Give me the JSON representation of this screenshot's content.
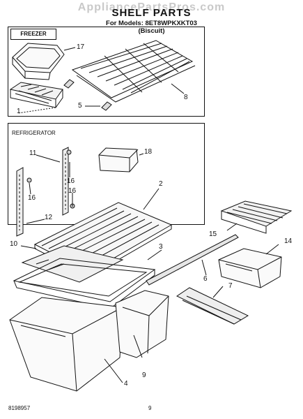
{
  "header": {
    "watermark": "AppliancePartsPros.com",
    "title": "SHELF PARTS",
    "models_line": "For Models: 8ET8WPKXKT03",
    "color_line": "(Biscuit)"
  },
  "sections": {
    "freezer": "FREEZER",
    "refrigerator": "REFRIGERATOR"
  },
  "callouts": {
    "c17": "17",
    "c1": "1",
    "c5": "5",
    "c8": "8",
    "c11": "11",
    "c18": "18",
    "c16a": "16",
    "c16b": "16",
    "c16c": "16",
    "c2": "2",
    "c12": "12",
    "c15": "15",
    "c14": "14",
    "c10": "10",
    "c3": "3",
    "c6": "6",
    "c7": "7",
    "c9": "9",
    "c4": "4"
  },
  "footer": {
    "doc_number": "8198957",
    "page_number": "9"
  }
}
